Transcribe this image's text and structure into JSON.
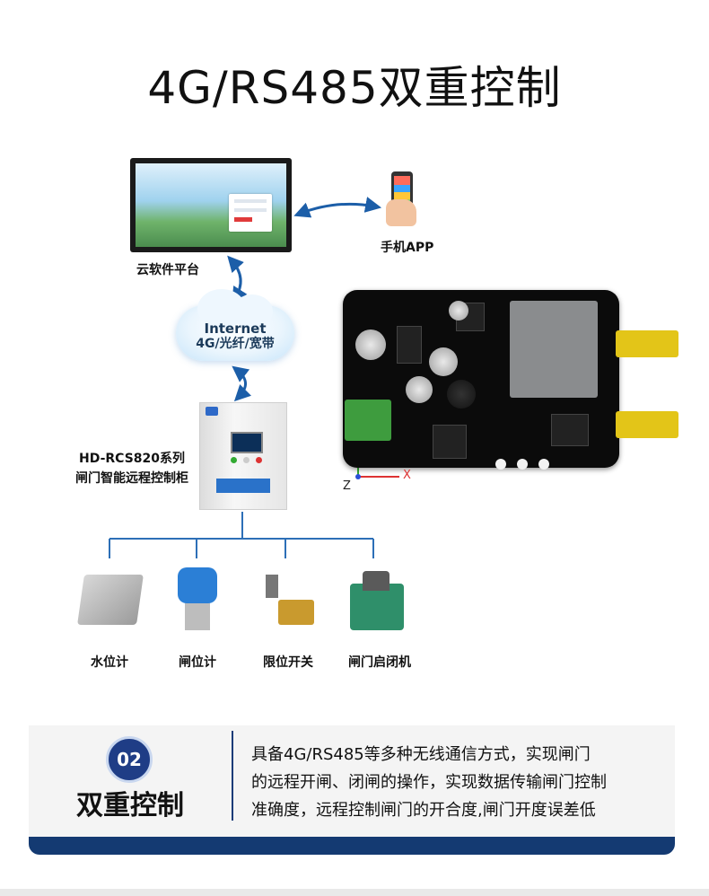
{
  "title": "4G/RS485双重控制",
  "diagram": {
    "cloud_platform": "云软件平台",
    "mobile_app": "手机APP",
    "network_line1": "Internet",
    "network_line2": "4G/光纤/宽带",
    "cabinet_line1": "HD-RCS820系列",
    "cabinet_line2": "闸门智能远程控制柜",
    "devices": [
      "水位计",
      "闸位计",
      "限位开关",
      "闸门启闭机"
    ],
    "axis_z": "Z",
    "axis_x": "X"
  },
  "panel": {
    "badge": "02",
    "heading": "双重控制",
    "lines": [
      "具备4G/RS485等多种无线通信方式，实现闸门",
      "的远程开闸、闭闸的操作，实现数据传输闸门控制",
      "准确度，远程控制闸门的开合度,闸门开度误差低"
    ]
  },
  "colors": {
    "accent": "#1f3d86",
    "panel_base": "#143a72",
    "connector": "#2d6fb7"
  }
}
